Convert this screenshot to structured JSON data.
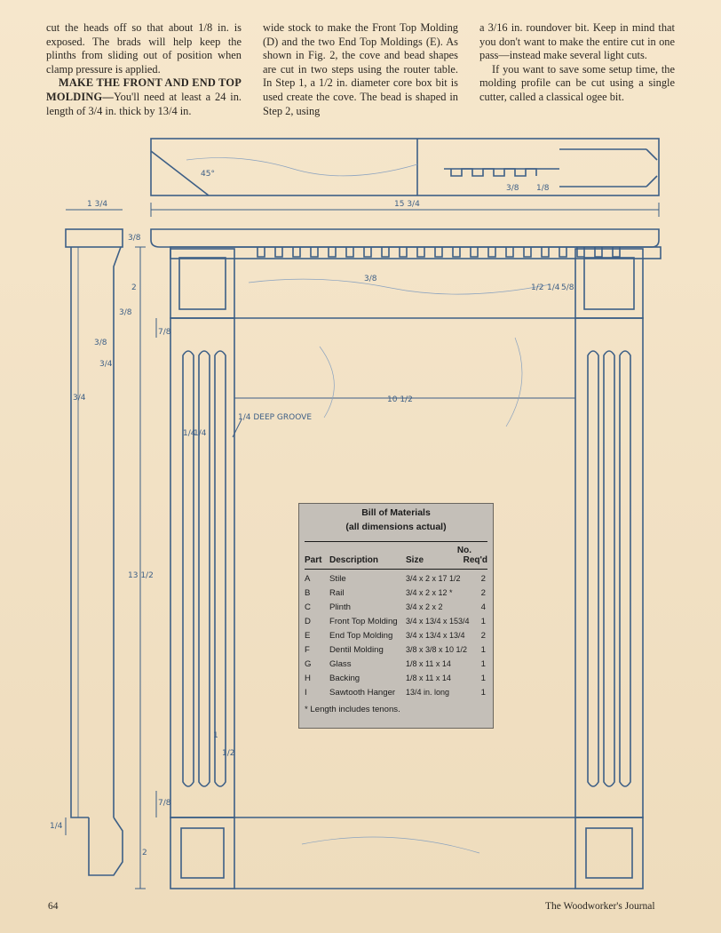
{
  "text": {
    "col1_para1": "cut the heads off so that about 1/8 in. is exposed. The brads will help keep the plinths from sliding out of position when clamp pressure is applied.",
    "col1_heading": "MAKE THE FRONT AND END TOP MOLDING—",
    "col1_para2": "You'll need at least a 24 in. length of 3/4 in. thick by 13/4 in.",
    "col2_para": "wide stock to make the Front Top Molding (D) and the two End Top Moldings (E). As shown in Fig. 2, the cove and bead shapes are cut in two steps using the router table. In Step 1, a 1/2 in. diameter core box bit is used create the cove. The bead is shaped in Step 2, using",
    "col3_para1": "a 3/16 in. roundover bit. Keep in mind that you don't want to make the entire cut in one pass—instead make several light cuts.",
    "col3_para2": "If you want to save some setup time, the molding profile can be cut using a single cutter, called a classical ogee bit."
  },
  "drawing": {
    "dims": {
      "width_top": "15 3/4",
      "angle": "45°",
      "dentil_a": "3/8",
      "dentil_b": "1/8",
      "side_depth": "1 3/4",
      "molding_h": "3/8",
      "rail_h": "2",
      "side_a": "3/8",
      "side_b": "3/8",
      "side_c": "3/4",
      "side_d": "3/4",
      "reveal_a": "7/8",
      "inner_w": "10 1/2",
      "groove_note": "1/4 DEEP GROOVE",
      "groove_a": "1/4",
      "groove_b": "1/4",
      "height": "13 1/2",
      "flute_a": "1",
      "flute_b": "1/2",
      "reveal_b": "7/8",
      "plinth_h": "2",
      "base_a": "1/4",
      "dentil_c": "3/8",
      "dentil_d": "1/2",
      "dentil_e": "1/4",
      "dentil_f": "5/8"
    }
  },
  "bom": {
    "title": "Bill of Materials",
    "subtitle": "(all dimensions actual)",
    "headers": {
      "part": "Part",
      "description": "Description",
      "size": "Size",
      "qty_top": "No.",
      "qty_bottom": "Req'd"
    },
    "rows": [
      {
        "part": "A",
        "description": "Stile",
        "size": "3/4 x 2 x 17 1/2",
        "qty": "2"
      },
      {
        "part": "B",
        "description": "Rail",
        "size": "3/4 x 2 x 12 *",
        "qty": "2"
      },
      {
        "part": "C",
        "description": "Plinth",
        "size": "3/4 x 2 x 2",
        "qty": "4"
      },
      {
        "part": "D",
        "description": "Front Top Molding",
        "size": "3/4 x 13/4 x 153/4",
        "qty": "1"
      },
      {
        "part": "E",
        "description": "End Top Molding",
        "size": "3/4 x 13/4 x 13/4",
        "qty": "2"
      },
      {
        "part": "F",
        "description": "Dentil Molding",
        "size": "3/8 x 3/8 x 10 1/2",
        "qty": "1"
      },
      {
        "part": "G",
        "description": "Glass",
        "size": "1/8 x 11 x 14",
        "qty": "1"
      },
      {
        "part": "H",
        "description": "Backing",
        "size": "1/8 x 11 x 14",
        "qty": "1"
      },
      {
        "part": "I",
        "description": "Sawtooth Hanger",
        "size": "13/4 in. long",
        "qty": "1"
      }
    ],
    "footnote": "* Length includes tenons."
  },
  "footer": {
    "page_number": "64",
    "publication": "The Woodworker's Journal"
  },
  "colors": {
    "paper": "#f3e3c8",
    "ink_blue": "#3d5f86",
    "table_gray": "#c4bfb8"
  }
}
